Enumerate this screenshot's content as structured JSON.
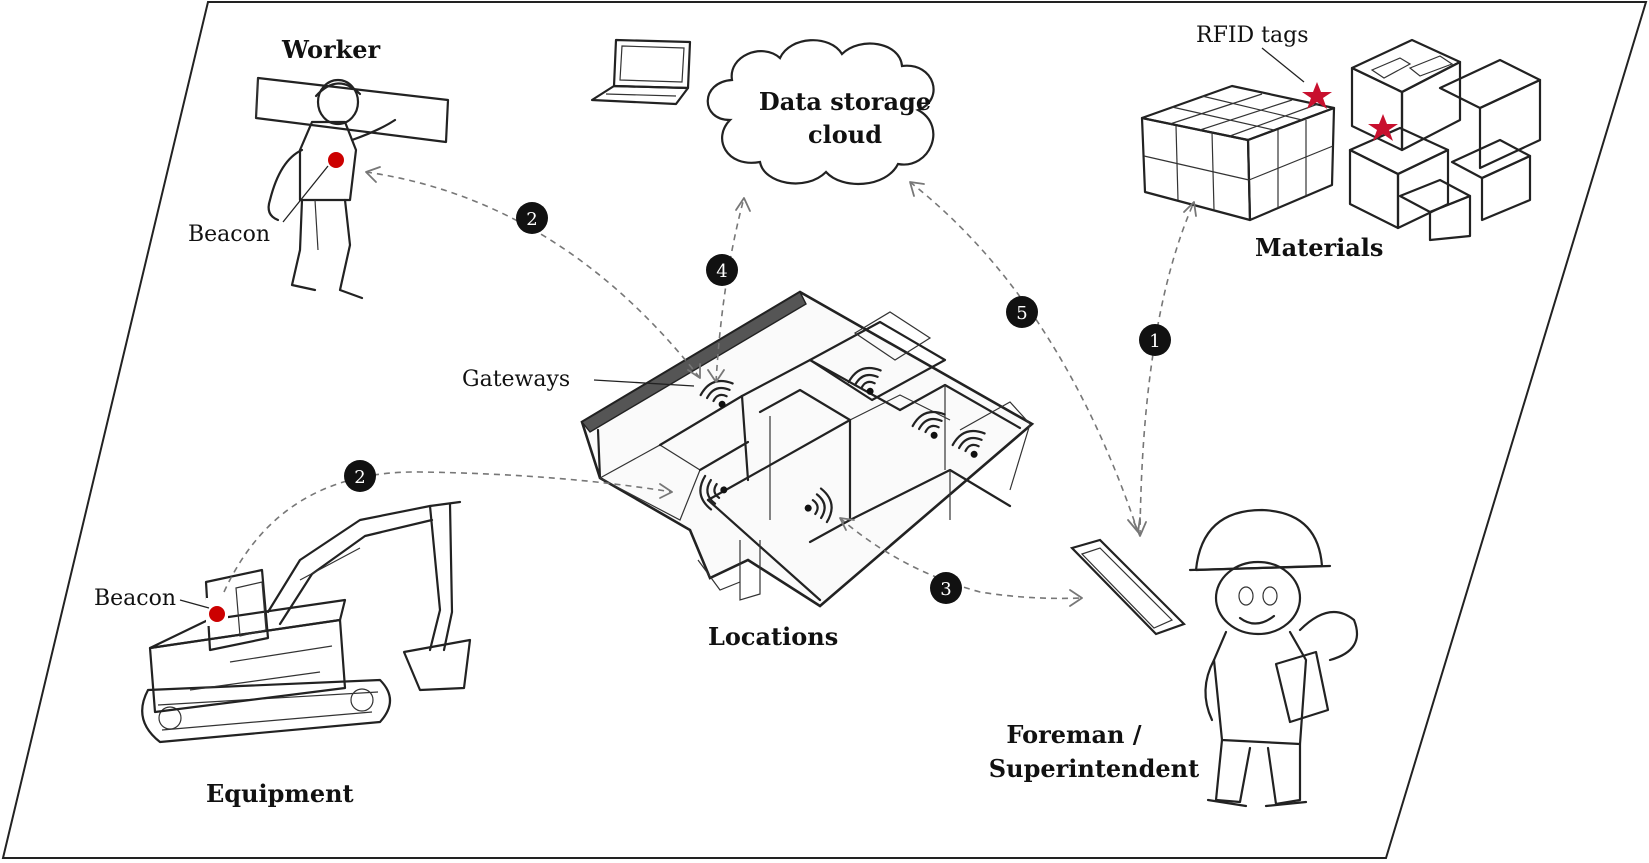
{
  "nodes": {
    "worker": "Worker",
    "cloud_line1": "Data storage",
    "cloud_line2": "cloud",
    "rfid": "RFID tags",
    "materials": "Materials",
    "gateways": "Gateways",
    "locations": "Locations",
    "equipment": "Equipment",
    "foreman_line1": "Foreman /",
    "foreman_line2": "Superintendent",
    "beacon_worker": "Beacon",
    "beacon_equipment": "Beacon"
  },
  "steps": {
    "worker_link": "2",
    "equipment_link": "2",
    "phone_link": "3",
    "cloud_link": "4",
    "cloud_phone_link": "5",
    "materials_link": "1"
  },
  "colors": {
    "beacon": "#cc0000",
    "rfid_star": "#c8102e",
    "badge": "#111111",
    "connector": "#777777"
  }
}
